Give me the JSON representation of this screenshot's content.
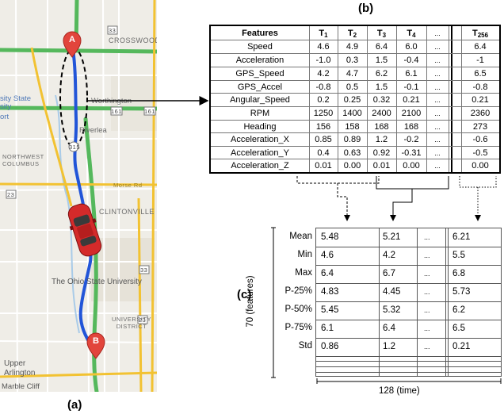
{
  "labels": {
    "a": "(a)",
    "b": "(b)",
    "c": "(c)"
  },
  "map": {
    "places": [
      "CROSSWOODS",
      "Worthington",
      "Riverlea",
      "Morse Rd",
      "CLINTONVILLE",
      "The Ohio State University",
      "UNIVERSITY DISTRICT",
      "Upper Arlington",
      "Marble Cliff",
      "NORTHWEST COLUMBUS",
      "sity State sity",
      "ort"
    ],
    "route_signs": [
      "33",
      "23",
      "33",
      "23",
      "161",
      "161",
      "315"
    ],
    "marker_a": "A",
    "marker_b": "B"
  },
  "feature_table": {
    "features_header": "Features",
    "time_headers": [
      {
        "base": "T",
        "sub": "1"
      },
      {
        "base": "T",
        "sub": "2"
      },
      {
        "base": "T",
        "sub": "3"
      },
      {
        "base": "T",
        "sub": "4"
      },
      {
        "base": "...",
        "sub": ""
      },
      {
        "base": "T",
        "sub": "256"
      }
    ],
    "rows": [
      {
        "feature": "Speed",
        "values": [
          "4.6",
          "4.9",
          "6.4",
          "6.0",
          "...",
          "6.4"
        ]
      },
      {
        "feature": "Acceleration",
        "values": [
          "-1.0",
          "0.3",
          "1.5",
          "-0.4",
          "...",
          "-1"
        ]
      },
      {
        "feature": "GPS_Speed",
        "values": [
          "4.2",
          "4.7",
          "6.2",
          "6.1",
          "...",
          "6.5"
        ]
      },
      {
        "feature": "GPS_Accel",
        "values": [
          "-0.8",
          "0.5",
          "1.5",
          "-0.1",
          "...",
          "-0.8"
        ]
      },
      {
        "feature": "Angular_Speed",
        "values": [
          "0.2",
          "0.25",
          "0.32",
          "0.21",
          "...",
          "0.21"
        ]
      },
      {
        "feature": "RPM",
        "values": [
          "1250",
          "1400",
          "2400",
          "2100",
          "...",
          "2360"
        ]
      },
      {
        "feature": "Heading",
        "values": [
          "156",
          "158",
          "168",
          "168",
          "...",
          "273"
        ]
      },
      {
        "feature": "Acceleration_X",
        "values": [
          "0.85",
          "0.89",
          "1.2",
          "-0.2",
          "...",
          "-0.6"
        ]
      },
      {
        "feature": "Acceleration_Y",
        "values": [
          "0.4",
          "0.63",
          "0.92",
          "-0.31",
          "...",
          "-0.5"
        ]
      },
      {
        "feature": "Acceleration_Z",
        "values": [
          "0.01",
          "0.00",
          "0.01",
          "0.00",
          "...",
          "0.00"
        ]
      }
    ]
  },
  "stats_table": {
    "y_axis_label": "70 (features)",
    "x_axis_label": "128 (time)",
    "rows": [
      {
        "stat": "Mean",
        "values": [
          "5.48",
          "5.21",
          "...",
          "6.21"
        ]
      },
      {
        "stat": "Min",
        "values": [
          "4.6",
          "4.2",
          "...",
          "5.5"
        ]
      },
      {
        "stat": "Max",
        "values": [
          "6.4",
          "6.7",
          "...",
          "6.8"
        ]
      },
      {
        "stat": "P-25%",
        "values": [
          "4.83",
          "4.45",
          "...",
          "5.73"
        ]
      },
      {
        "stat": "P-50%",
        "values": [
          "5.45",
          "5.32",
          "...",
          "6.2"
        ]
      },
      {
        "stat": "P-75%",
        "values": [
          "6.1",
          "6.4",
          "...",
          "6.5"
        ]
      },
      {
        "stat": "Std",
        "values": [
          "0.86",
          "1.2",
          "...",
          "0.21"
        ]
      }
    ]
  },
  "colors": {
    "route": "#2255d8",
    "highway": "#55b85c",
    "major_road": "#f2c232",
    "marker": "#e2453c",
    "car": "#d42a2a",
    "map_bg": "#efede7"
  }
}
